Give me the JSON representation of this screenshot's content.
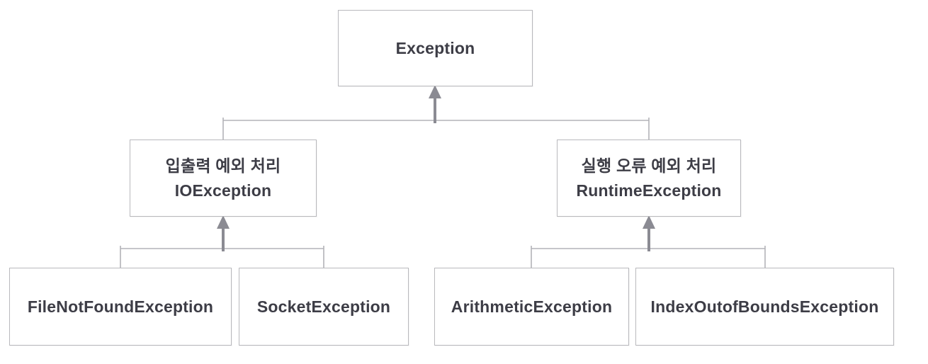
{
  "nodes": {
    "exception": {
      "label": "Exception"
    },
    "io": {
      "label_ko": "입출력 예외 처리",
      "label_en": "IOException"
    },
    "runtime": {
      "label_ko": "실행 오류 예외 처리",
      "label_en": "RuntimeException"
    },
    "fnf": {
      "label": "FileNotFoundException"
    },
    "socket": {
      "label": "SocketException"
    },
    "arithmetic": {
      "label": "ArithmeticException"
    },
    "ioob": {
      "label": "IndexOutofBoundsException"
    }
  },
  "colors": {
    "bg": "#ffffff",
    "text": "#3d3d46",
    "box-border": "#b9b9bd",
    "line": "#b3b3b8",
    "arrow": "#8b8b93"
  }
}
